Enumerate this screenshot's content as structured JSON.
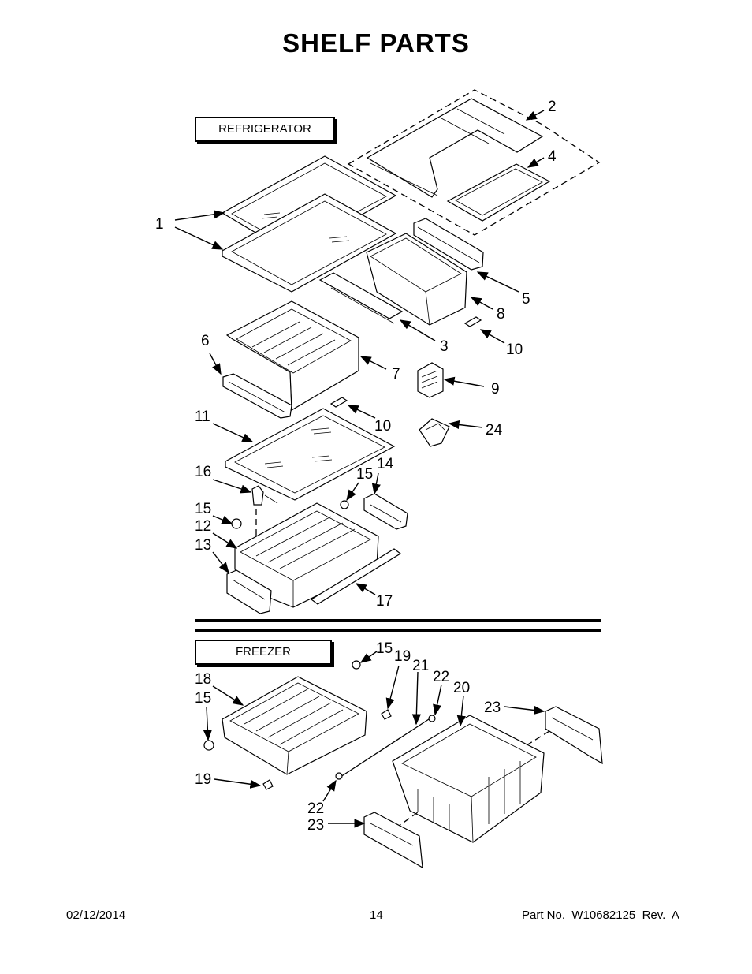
{
  "title": "SHELF PARTS",
  "sections": {
    "refrigerator": "REFRIGERATOR",
    "freezer": "FREEZER"
  },
  "callouts": [
    {
      "id": "c1",
      "text": "1"
    },
    {
      "id": "c2",
      "text": "2"
    },
    {
      "id": "c4",
      "text": "4"
    },
    {
      "id": "c5",
      "text": "5"
    },
    {
      "id": "c8",
      "text": "8"
    },
    {
      "id": "c3",
      "text": "3"
    },
    {
      "id": "c10a",
      "text": "10"
    },
    {
      "id": "c6",
      "text": "6"
    },
    {
      "id": "c7",
      "text": "7"
    },
    {
      "id": "c9",
      "text": "9"
    },
    {
      "id": "c11",
      "text": "11"
    },
    {
      "id": "c10b",
      "text": "10"
    },
    {
      "id": "c24",
      "text": "24"
    },
    {
      "id": "c16",
      "text": "16"
    },
    {
      "id": "c15a",
      "text": "15"
    },
    {
      "id": "c14",
      "text": "14"
    },
    {
      "id": "c15b",
      "text": "15"
    },
    {
      "id": "c12",
      "text": "12"
    },
    {
      "id": "c13",
      "text": "13"
    },
    {
      "id": "c17",
      "text": "17"
    },
    {
      "id": "c15c",
      "text": "15"
    },
    {
      "id": "c19a",
      "text": "19"
    },
    {
      "id": "c21",
      "text": "21"
    },
    {
      "id": "c22a",
      "text": "22"
    },
    {
      "id": "c20",
      "text": "20"
    },
    {
      "id": "c18",
      "text": "18"
    },
    {
      "id": "c15d",
      "text": "15"
    },
    {
      "id": "c23a",
      "text": "23"
    },
    {
      "id": "c19b",
      "text": "19"
    },
    {
      "id": "c22b",
      "text": "22"
    },
    {
      "id": "c23b",
      "text": "23"
    }
  ],
  "footer": {
    "date": "02/12/2014",
    "page": "14",
    "part_no": "Part No.  W10682125  Rev.  A"
  }
}
